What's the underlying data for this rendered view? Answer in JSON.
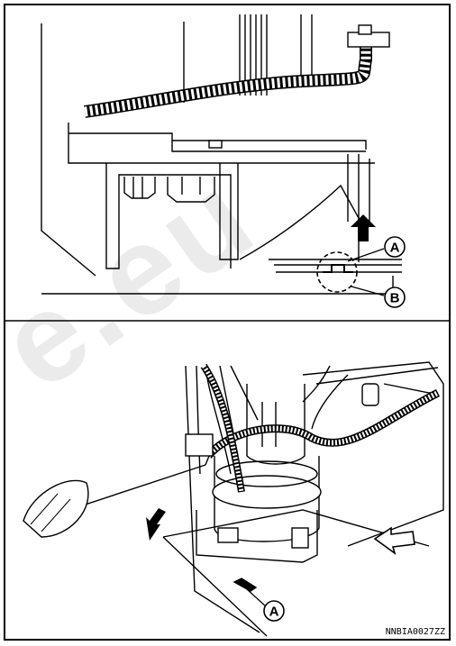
{
  "callouts": {
    "top_a": "A",
    "top_b": "B",
    "bottom_a": "A"
  },
  "figure_code": "NNBIA0027ZZ",
  "watermark_text": "e.eu"
}
